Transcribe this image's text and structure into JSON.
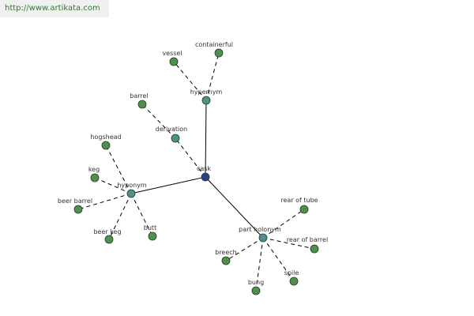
{
  "watermark": {
    "url": "http://www.artikata.com"
  },
  "colors": {
    "center": "#2f3f8f",
    "relation": "#4f8f8f",
    "leaf": "#4f8f4f",
    "edge": "#000000"
  },
  "nodes": [
    {
      "id": "cask",
      "label": "cask",
      "kind": "center"
    },
    {
      "id": "hypernym",
      "label": "hypernym",
      "kind": "relation"
    },
    {
      "id": "derivation",
      "label": "derivation",
      "kind": "relation"
    },
    {
      "id": "hyponym",
      "label": "hyponym",
      "kind": "relation"
    },
    {
      "id": "part_holonym",
      "label": "part holonym",
      "kind": "relation"
    },
    {
      "id": "vessel",
      "label": "vessel",
      "kind": "leaf"
    },
    {
      "id": "containerful",
      "label": "containerful",
      "kind": "leaf"
    },
    {
      "id": "barrel",
      "label": "barrel",
      "kind": "leaf"
    },
    {
      "id": "hogshead",
      "label": "hogshead",
      "kind": "leaf"
    },
    {
      "id": "keg",
      "label": "keg",
      "kind": "leaf"
    },
    {
      "id": "beer_barrel",
      "label": "beer barrel",
      "kind": "leaf"
    },
    {
      "id": "beer_keg",
      "label": "beer keg",
      "kind": "leaf"
    },
    {
      "id": "butt",
      "label": "butt",
      "kind": "leaf"
    },
    {
      "id": "rear_of_tube",
      "label": "rear of tube",
      "kind": "leaf"
    },
    {
      "id": "rear_of_barrel",
      "label": "rear of barrel",
      "kind": "leaf"
    },
    {
      "id": "breech",
      "label": "breech",
      "kind": "leaf"
    },
    {
      "id": "bung",
      "label": "bung",
      "kind": "leaf"
    },
    {
      "id": "spile",
      "label": "spile",
      "kind": "leaf"
    }
  ],
  "edges": [
    {
      "from": "cask",
      "to": "hypernym",
      "style": "solid"
    },
    {
      "from": "cask",
      "to": "derivation",
      "style": "dashed"
    },
    {
      "from": "cask",
      "to": "hyponym",
      "style": "solid"
    },
    {
      "from": "cask",
      "to": "part_holonym",
      "style": "solid"
    },
    {
      "from": "hypernym",
      "to": "vessel",
      "style": "dashed"
    },
    {
      "from": "hypernym",
      "to": "containerful",
      "style": "dashed"
    },
    {
      "from": "derivation",
      "to": "barrel",
      "style": "dashed"
    },
    {
      "from": "hyponym",
      "to": "hogshead",
      "style": "dashed"
    },
    {
      "from": "hyponym",
      "to": "keg",
      "style": "dashed"
    },
    {
      "from": "hyponym",
      "to": "beer_barrel",
      "style": "dashed"
    },
    {
      "from": "hyponym",
      "to": "beer_keg",
      "style": "dashed"
    },
    {
      "from": "hyponym",
      "to": "butt",
      "style": "dashed"
    },
    {
      "from": "part_holonym",
      "to": "rear_of_tube",
      "style": "dashed"
    },
    {
      "from": "part_holonym",
      "to": "rear_of_barrel",
      "style": "dashed"
    },
    {
      "from": "part_holonym",
      "to": "breech",
      "style": "dashed"
    },
    {
      "from": "part_holonym",
      "to": "bung",
      "style": "dashed"
    },
    {
      "from": "part_holonym",
      "to": "spile",
      "style": "dashed"
    }
  ]
}
